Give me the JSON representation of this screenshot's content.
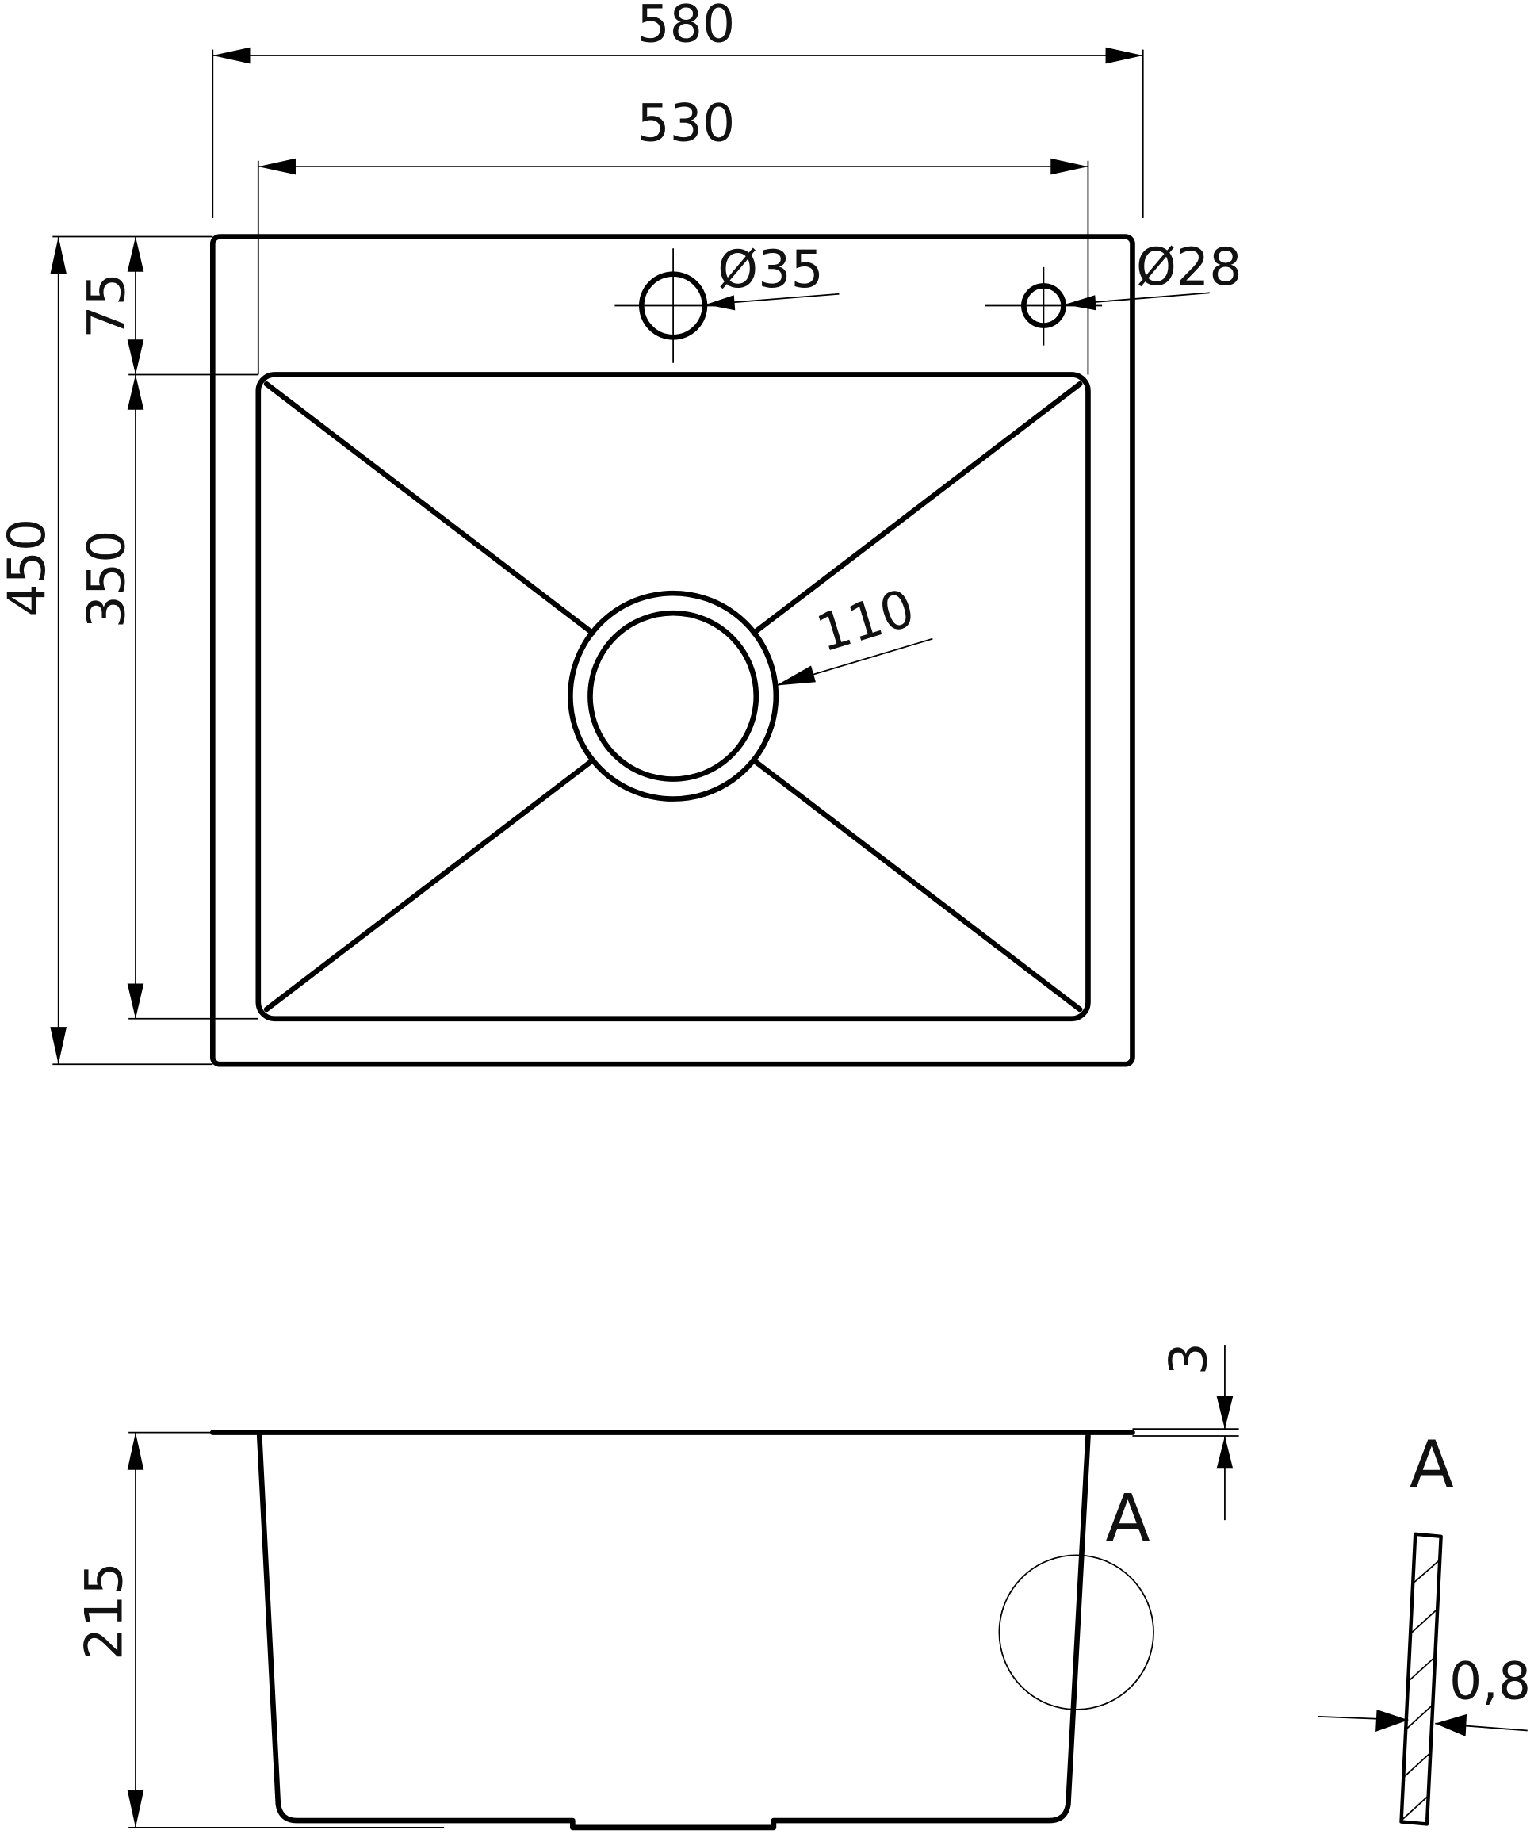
{
  "top_view": {
    "dim_overall_width": "580",
    "dim_bowl_width": "530",
    "dim_overall_depth": "450",
    "dim_bowl_depth": "350",
    "dim_rim": "75",
    "dim_tap_hole_1": "Ø35",
    "dim_tap_hole_2": "Ø28",
    "dim_drain": "110"
  },
  "side_view": {
    "dim_height": "215",
    "dim_rim_thickness": "3",
    "section_marker": "A"
  },
  "detail_a": {
    "title": "A",
    "dim_sheet_thickness": "0,8"
  }
}
